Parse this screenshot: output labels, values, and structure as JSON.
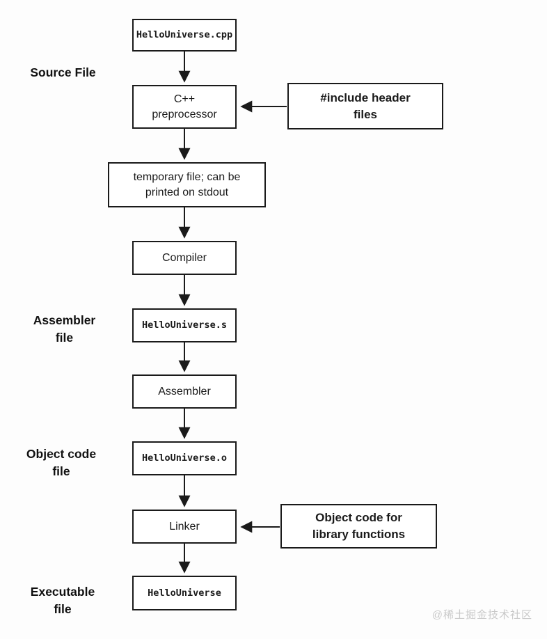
{
  "nodes": {
    "cpp": "HelloUniverse.cpp",
    "preprocessor": "C++\npreprocessor",
    "include_header": "#include header\nfiles",
    "temp_file": "temporary file; can be\nprinted on stdout",
    "compiler": "Compiler",
    "assembler_file": "HelloUniverse.s",
    "assembler": "Assembler",
    "object_file": "HelloUniverse.o",
    "linker": "Linker",
    "library_object": "Object code for\nlibrary functions",
    "executable": "HelloUniverse"
  },
  "side_labels": {
    "source": "Source File",
    "assembler": "Assembler\nfile",
    "object": "Object code\nfile",
    "executable": "Executable\nfile"
  },
  "watermark": "@稀土掘金技术社区",
  "colors": {
    "line": "#1a1a1a",
    "box_border": "#1a1a1a",
    "box_background": "#ffffff",
    "watermark": "#c9c9c9"
  }
}
